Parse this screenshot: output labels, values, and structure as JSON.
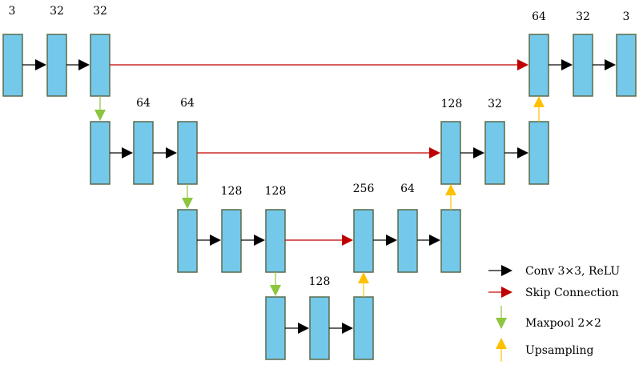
{
  "colors": {
    "block_fill": "#74c8ea",
    "block_stroke": "#5a6b4a",
    "conv_arrow": "#000000",
    "skip_arrow": "#c00000",
    "pool_arrow": "#8cc63e",
    "up_arrow": "#ffc000"
  },
  "labels": {
    "l1_in": "3",
    "l1_c1": "32",
    "l1_c2": "32",
    "l2_c1": "64",
    "l2_c2": "64",
    "l3_c1": "128",
    "l3_c2": "128",
    "l4_c1": "128",
    "d3_cat": "256",
    "d3_c1": "64",
    "d2_cat": "128",
    "d2_c1": "32",
    "d1_cat": "64",
    "d1_c1": "32",
    "d1_out": "3"
  },
  "legend": {
    "conv": "Conv 3×3, ReLU",
    "skip": "Skip Connection",
    "pool": "Maxpool 2×2",
    "up": "Upsampling"
  }
}
